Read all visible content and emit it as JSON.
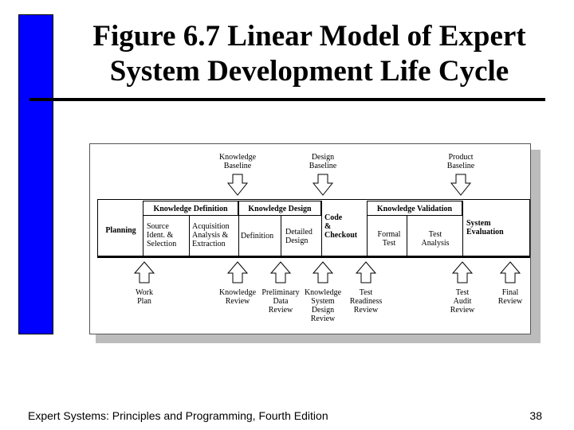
{
  "title": {
    "line1": "Figure 6.7 Linear Model of Expert",
    "line2": "System Development Life Cycle"
  },
  "footer": {
    "text": "Expert Systems: Principles and Programming, Fourth Edition",
    "page": "38"
  },
  "baselines": {
    "knowledge": "Knowledge\nBaseline",
    "design": "Design\nBaseline",
    "product": "Product\nBaseline"
  },
  "phases": {
    "knowledge_definition": "Knowledge Definition",
    "knowledge_design": "Knowledge Design",
    "knowledge_validation": "Knowledge Validation"
  },
  "stages": {
    "planning": "Planning",
    "source": "Source\nIdent. &\nSelection",
    "acquisition": "Acquisition\nAnalysis &\nExtraction",
    "definition": "Definition",
    "detailed_design": "Detailed\nDesign",
    "code_checkout": "Code\n&\nCheckout",
    "formal_test": "Formal\nTest",
    "test_analysis": "Test\nAnalysis",
    "system_evaluation": "System\nEvaluation"
  },
  "reviews": {
    "work_plan": "Work\nPlan",
    "knowledge_review": "Knowledge\nReview",
    "preliminary": "Preliminary\nData\nReview",
    "kdesign_review": "Knowledge\nSystem\nDesign\nReview",
    "test_readiness": "Test\nReadiness\nReview",
    "test_audit": "Test\nAudit\nReview",
    "final_review": "Final\nReview"
  }
}
